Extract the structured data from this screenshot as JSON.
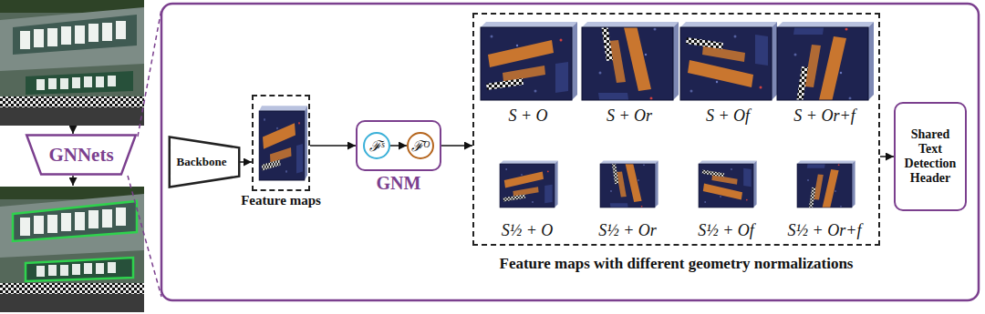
{
  "diagram": {
    "nodes": [
      {
        "text": [
          "GNNets"
        ]
      },
      {
        "text": [
          "Backbone"
        ]
      },
      {
        "text": [
          "Feature maps"
        ]
      },
      {
        "text": [
          "GNM"
        ]
      },
      {
        "text": [
          "ℱˢ"
        ],
        "in": 3
      },
      {
        "text": [
          "ℱᴼ"
        ],
        "in": 3
      },
      {
        "text": [
          "Feature maps with different geometry normalizations"
        ]
      },
      {
        "text": [
          "S + O"
        ],
        "in": 6
      },
      {
        "text": [
          "S + Or"
        ],
        "in": 6
      },
      {
        "text": [
          "S + Of"
        ],
        "in": 6
      },
      {
        "text": [
          "S + Or+f"
        ],
        "in": 6
      },
      {
        "text": [
          "S½ + O"
        ],
        "in": 6
      },
      {
        "text": [
          "S½ + Or"
        ],
        "in": 6
      },
      {
        "text": [
          "S½ + Of"
        ],
        "in": 6
      },
      {
        "text": [
          "S½ + Or+f"
        ],
        "in": 6
      },
      {
        "text": [
          "Shared Text Detection Header"
        ]
      }
    ],
    "edges": [
      {
        "from": 1,
        "to": 2,
        "arrow": "to"
      },
      {
        "from": 2,
        "to": 3,
        "arrow": "to"
      },
      {
        "from": 4,
        "to": 5,
        "arrow": "to"
      },
      {
        "from": 3,
        "to": 6,
        "arrow": "to"
      },
      {
        "from": 6,
        "to": 15,
        "arrow": "to"
      }
    ]
  }
}
